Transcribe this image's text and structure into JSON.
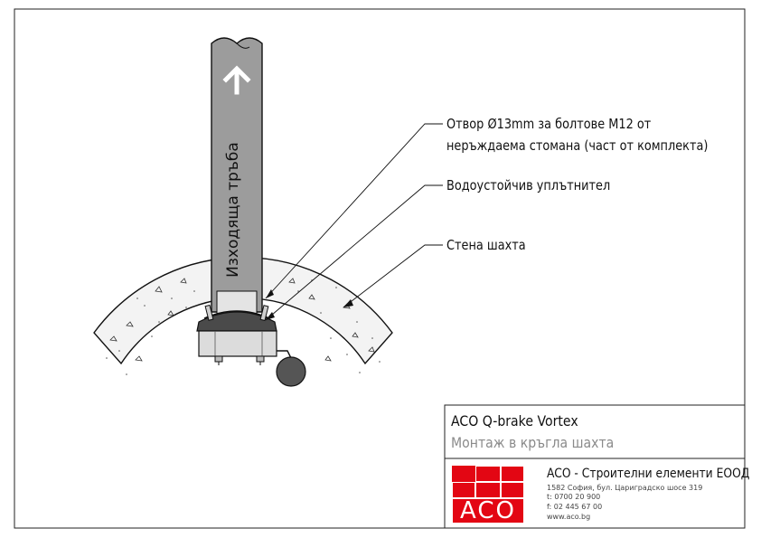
{
  "labels": {
    "hole": "Отвор Ø13mm за болтове M12 от",
    "hole_line2": "неръждаема стомана (част от комплекта)",
    "seal": "Водоустойчив уплътнител",
    "wall": "Стена шахта",
    "pipe": "Изходяща тръба"
  },
  "title_block": {
    "title": "ACO Q-brake Vortex",
    "subtitle": "Монтаж в кръгла шахта",
    "logo_text": "ACO",
    "company": "ACO - Строителни елементи ЕООД",
    "address": "1582 София, бул. Цариградско шосе 319",
    "phone": "t: 0700 20 900",
    "fax": "f: 02 445 67 00",
    "web": "www.aco.bg"
  },
  "colors": {
    "pipe": "#9a9a9a",
    "concrete": "#f1f1f1",
    "logo": "#e30613"
  },
  "icons": [
    "up-arrow-icon"
  ]
}
